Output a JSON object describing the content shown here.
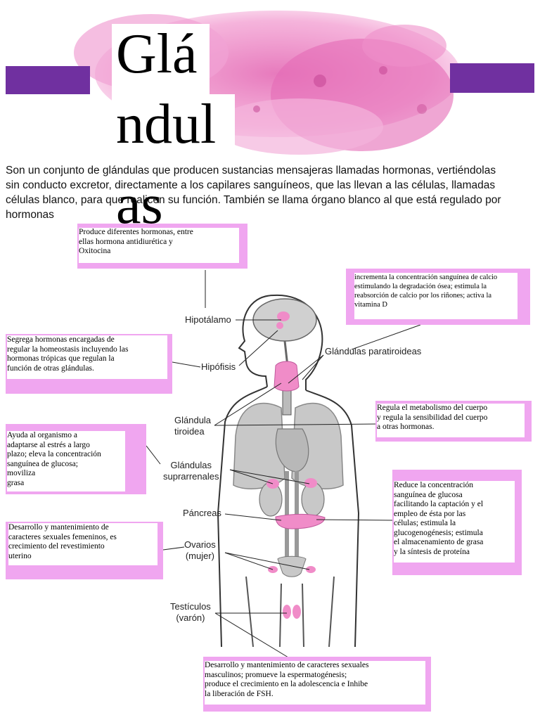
{
  "title": {
    "line1": "Glá",
    "line2": "ndul",
    "line3": "as"
  },
  "intro": "Son un conjunto de glándulas que producen sustancias mensajeras llamadas hormonas, vertiéndolas sin conducto excretor, directamente a los capilares sanguíneos, que las llevan a las células, llamadas células blanco, para que realicen su función. También se llama órgano blanco al que está regulado por hormonas",
  "labels": {
    "hipotalamo": "Hipotálamo",
    "hipofisis": "Hipófisis",
    "paratiroideas": "Glándulas paratiroideas",
    "tiroidea": "Glándula\ntiroidea",
    "suprarrenales": "Glándulas\nsuprarrenales",
    "pancreas": "Páncreas",
    "ovarios": "Ovarios\n(mujer)",
    "testiculos": "Testículos\n(varón)"
  },
  "notes": {
    "hipotalamo": "Produce diferentes hormonas, entre\nellas hormona antidiurética y\nOxitocina",
    "paratiroideas": "incrementa la concentración sanguínea de calcio\nestimulando la degradación ósea; estimula la\nreabsorción de calcio por los riñones; activa la\nvitamina D",
    "hipofisis": "Segrega hormonas encargadas de\nregular la homeostasis incluyendo las\nhormonas trópicas que regulan la\nfunción de otras glándulas.",
    "tiroidea": "Regula el metabolismo del cuerpo\ny regula la sensibilidad del cuerpo\na otras hormonas.",
    "suprarrenales": "Ayuda al organismo a\nadaptarse al estrés a largo\nplazo; eleva la concentración\nsanguínea de glucosa;\nmoviliza\ngrasa",
    "pancreas": "Reduce la concentración\nsanguínea de glucosa\nfacilitando la captación y el\nempleo de ésta por las\ncélulas; estimula la\nglucogenogénesis; estimula\nel almacenamiento de grasa\ny la síntesis de proteína",
    "ovarios": "Desarrollo y mantenimiento de\ncaracteres sexuales femeninos, es\ncrecimiento del revestimiento\nuterino",
    "testiculos": "Desarrollo y mantenimiento de caracteres sexuales\nmasculinos; promueve la espermatogénesis;\nproduce el crecimiento en la adolescencia e Inhibe\nla liberación de FSH."
  },
  "colors": {
    "purple_bar": "#7030a0",
    "note_border": "#f0a6f0",
    "gland_pink": "#f08cc8",
    "organ_gray": "#c8c8c8"
  }
}
